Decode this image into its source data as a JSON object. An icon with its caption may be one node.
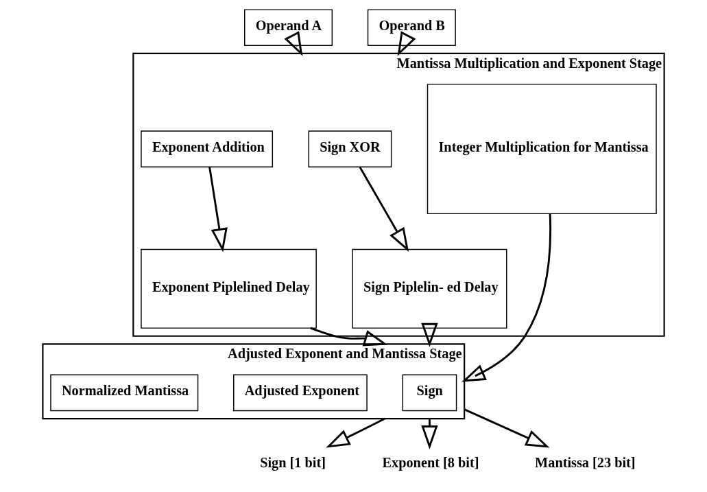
{
  "diagram": {
    "nodes": [
      {
        "text": [
          "Operand A"
        ]
      },
      {
        "text": [
          "Operand B"
        ]
      },
      {
        "text": [
          "Mantissa Multiplication and Exponent Stage"
        ]
      },
      {
        "text": [
          "Sign XOR"
        ],
        "in": 2
      },
      {
        "text": [
          "Exponent Addition"
        ],
        "in": 2
      },
      {
        "text": [
          "Sign Piplelin- ed Delay"
        ],
        "in": 2
      },
      {
        "text": [
          "Exponent Piplelined Delay"
        ],
        "in": 2
      },
      {
        "text": [
          "Integer Multiplication for Mantissa"
        ],
        "in": 2
      },
      {
        "text": [
          "Adjusted Exponent and Mantissa Stage"
        ]
      },
      {
        "text": [
          "Sign"
        ],
        "in": 8
      },
      {
        "text": [
          "Adjusted Exponent"
        ],
        "in": 8
      },
      {
        "text": [
          "Normalized Mantissa"
        ],
        "in": 8
      },
      {
        "text": [
          "Sign [1 bit]"
        ]
      },
      {
        "text": [
          "Exponent [8 bit]"
        ]
      },
      {
        "text": [
          "Mantissa [23 bit]"
        ]
      }
    ],
    "edges": [
      {
        "from": 0,
        "to": 2,
        "arrow": "to"
      },
      {
        "from": 1,
        "to": 2,
        "arrow": "to"
      },
      {
        "from": 3,
        "to": 5,
        "arrow": "to"
      },
      {
        "from": 4,
        "to": 6,
        "arrow": "to"
      },
      {
        "from": 5,
        "to": 8,
        "arrow": "to"
      },
      {
        "from": 6,
        "to": 8,
        "arrow": "to"
      },
      {
        "from": 7,
        "to": 8,
        "arrow": "to"
      },
      {
        "from": 8,
        "to": 12,
        "arrow": "to"
      },
      {
        "from": 8,
        "to": 13,
        "arrow": "to"
      },
      {
        "from": 8,
        "to": 14,
        "arrow": "to"
      }
    ]
  }
}
